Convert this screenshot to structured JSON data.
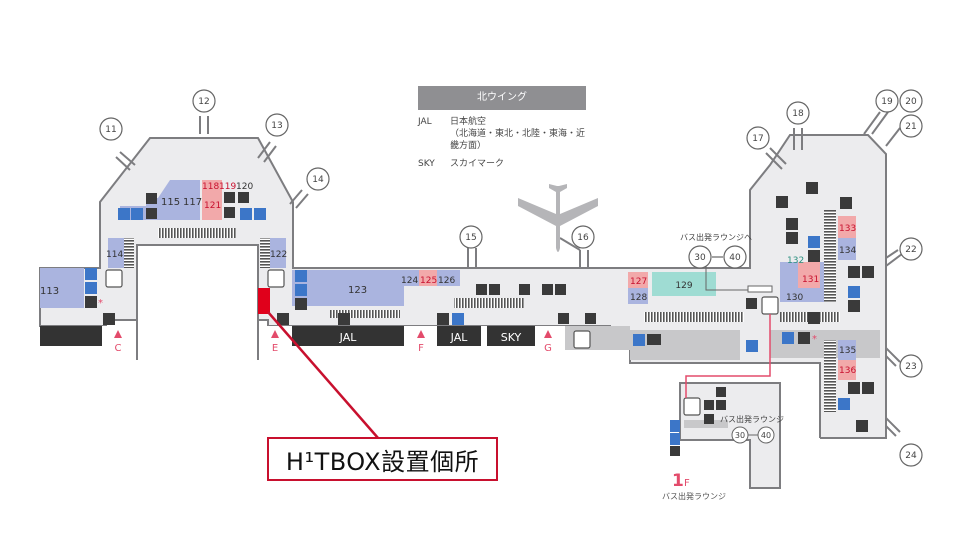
{
  "legend": {
    "title": "北ウイング",
    "rows": [
      {
        "code": "JAL",
        "name": "日本航空",
        "detail": "（北海道・東北・北陸・東海・近畿方面）"
      },
      {
        "code": "SKY",
        "name": "スカイマーク",
        "detail": ""
      }
    ]
  },
  "gates": [
    "11",
    "12",
    "13",
    "14",
    "15",
    "16",
    "17",
    "18",
    "19",
    "20",
    "21",
    "22",
    "23",
    "24"
  ],
  "gate_labels": {
    "g11": "11",
    "g12": "12",
    "g13": "13",
    "g14": "14",
    "g15": "15",
    "g16": "16",
    "g17": "17",
    "g18": "18",
    "g19": "19",
    "g20": "20",
    "g21": "21",
    "g22": "22",
    "g23": "23",
    "g24": "24"
  },
  "shops": {
    "s113": "113",
    "s114": "114",
    "s115": "115",
    "s117": "117",
    "s118": "118",
    "s119": "119",
    "s120": "120",
    "s121": "121",
    "s122": "122",
    "s123": "123",
    "s124": "124",
    "s125": "125",
    "s126": "126",
    "s127": "127",
    "s128": "128",
    "s129": "129",
    "s130": "130",
    "s131": "131",
    "s132": "132",
    "s133": "133",
    "s134": "134",
    "s135": "135",
    "s136": "136"
  },
  "entrances": {
    "c": "C",
    "e": "E",
    "f": "F",
    "g": "G"
  },
  "counters": {
    "jal1": "JAL",
    "jal2": "JAL",
    "sky": "SKY"
  },
  "bus_lounge": {
    "to_label": "バス出発ラウンジへ",
    "range_start": "30",
    "range_end": "40",
    "floor_label": "1F",
    "floor_num": "1",
    "floor_unit": "F",
    "floor_caption": "バス出発ラウンジ",
    "inner_label": "バス出発ラウンジ",
    "inner_start": "30",
    "inner_end": "40"
  },
  "callout": {
    "label": "H¹TBOX設置個所"
  },
  "colors": {
    "floor": "#ececee",
    "wall": "#7d7d80",
    "shop_blue": "#aab4df",
    "shop_pink": "#f2a9aa",
    "shop_teal": "#9fdcd3",
    "counter": "#333333",
    "accent_red": "#e0001b",
    "entrance": "#e34b6b",
    "icon_blue": "#3c76c8",
    "icon_dark": "#3a3a3a"
  }
}
